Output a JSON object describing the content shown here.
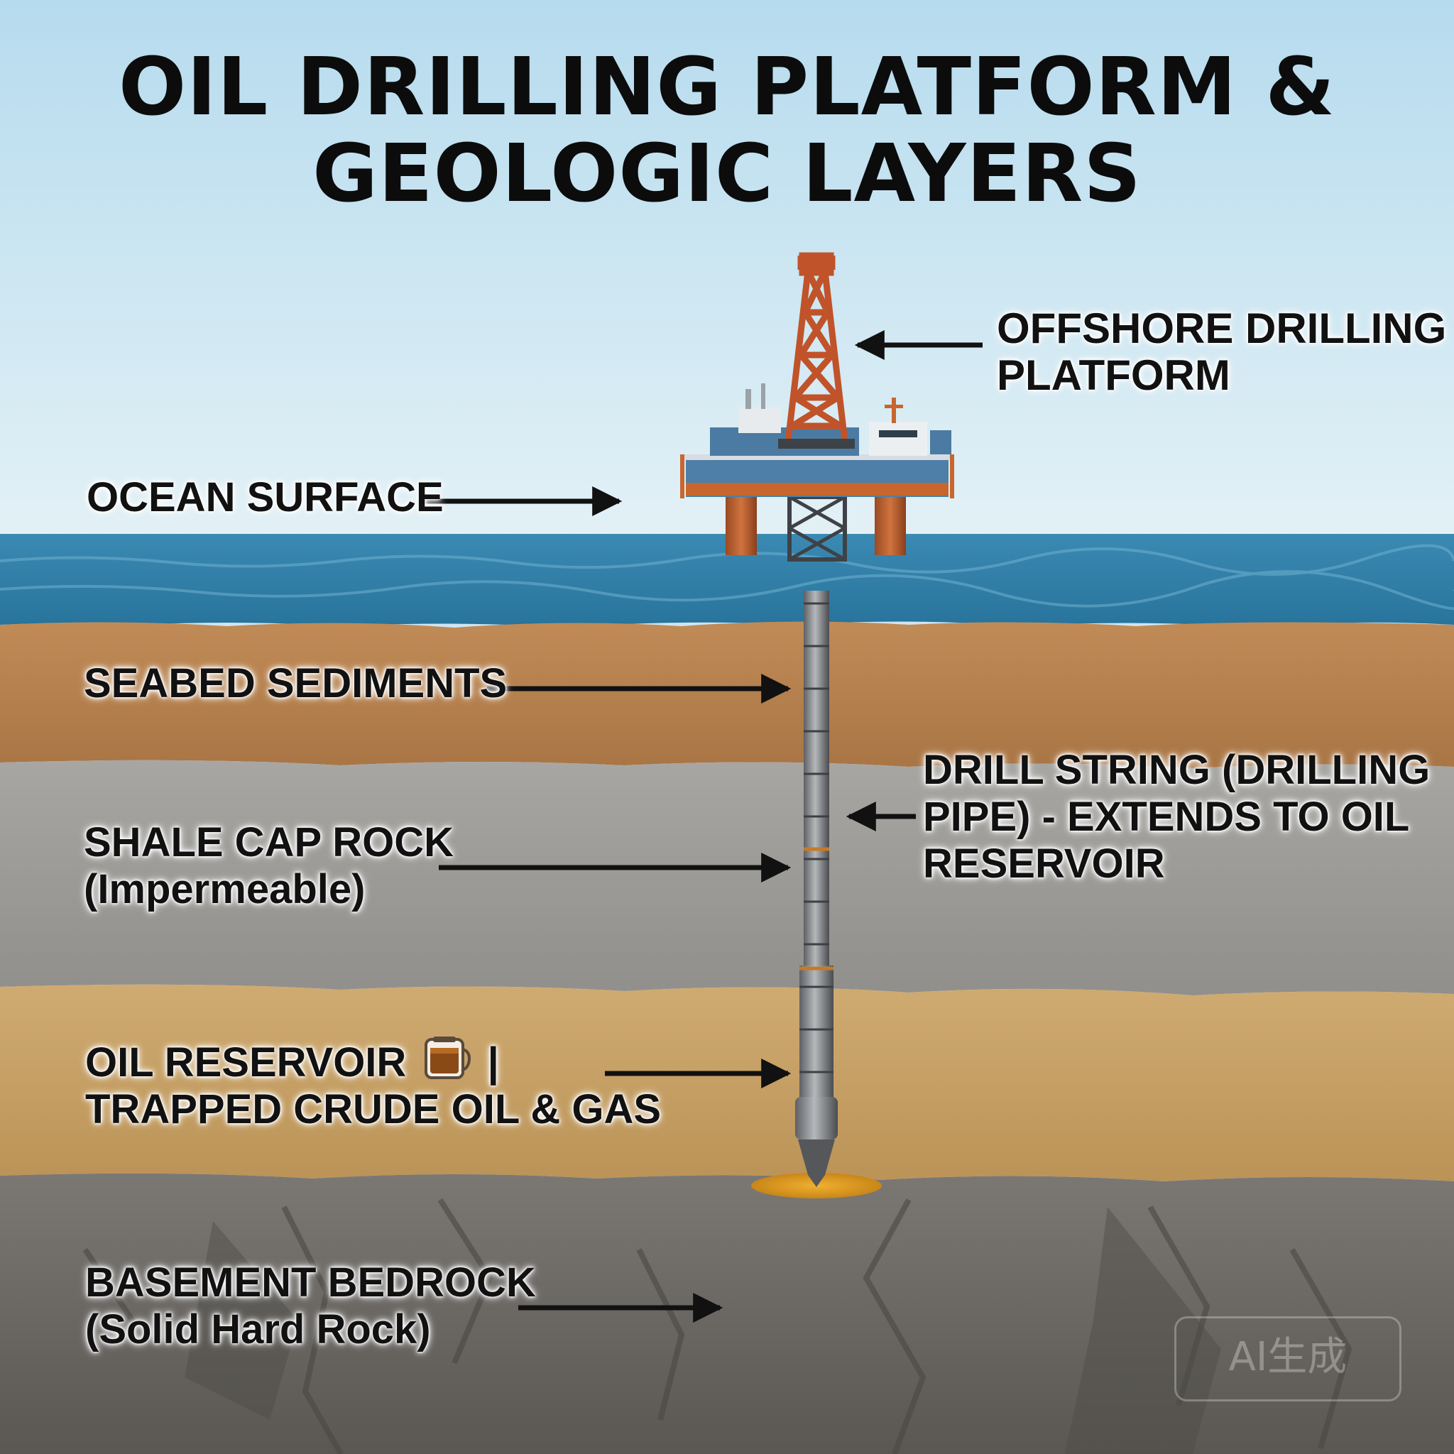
{
  "title": {
    "line1": "OIL DRILLING PLATFORM &",
    "line2": "GEOLOGIC LAYERS"
  },
  "labels": {
    "offshore_platform": {
      "line1": "OFFSHORE DRILLING",
      "line2": "PLATFORM"
    },
    "ocean_surface": {
      "line1": "OCEAN SURFACE"
    },
    "seabed_sediments": {
      "line1": "SEABED SEDIMENTS"
    },
    "drill_string": {
      "line1": "DRILL STRING (DRILLING",
      "line2": "PIPE) - EXTENDS TO OIL",
      "line3": "RESERVOIR"
    },
    "shale_cap_rock": {
      "line1": "SHALE CAP ROCK",
      "line2": "(Impermeable)"
    },
    "oil_reservoir": {
      "line1_text": "OIL RESERVOIR",
      "line1_suffix": "|",
      "line2": "TRAPPED CRUDE OIL & GAS"
    },
    "basement_bedrock": {
      "line1": "BASEMENT BEDROCK",
      "line2": "(Solid Hard Rock)"
    }
  },
  "watermark": "AI生成",
  "icons": [
    "oil-barrel-emoji-icon"
  ],
  "colors": {
    "sky": "#bfe0f0",
    "ocean": "#2e7fa8",
    "sediment": "#b98452",
    "shale": "#9c9a96",
    "reservoir_sand": "#c9a36a",
    "bedrock": "#6f6c68",
    "derrick": "#c0532a",
    "platform_deck": "#4d7fa8",
    "oil_pool": "#e3a12a"
  }
}
